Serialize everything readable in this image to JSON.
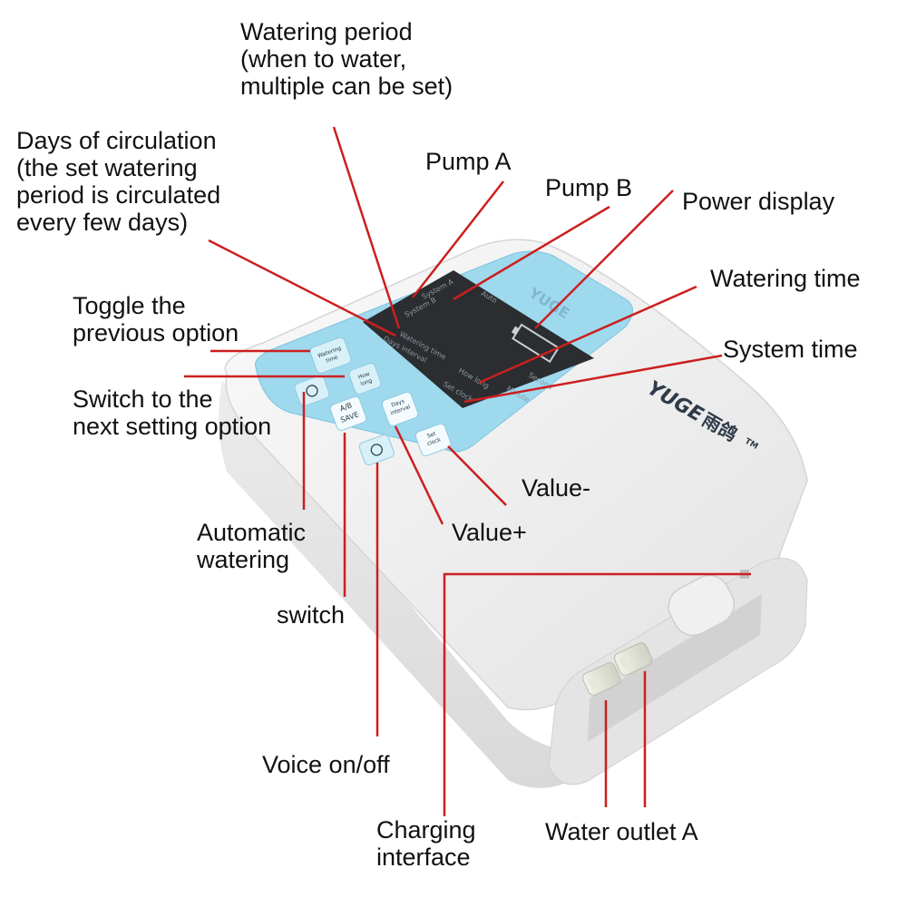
{
  "callouts": {
    "watering_period": "Watering period\n(when to water,\nmultiple can be set)",
    "days_of_circulation": "Days of circulation\n(the set watering\nperiod is circulated\nevery few days)",
    "pump_a": "Pump A",
    "pump_b": "Pump B",
    "power_display": "Power display",
    "toggle_previous": "Toggle the\nprevious option",
    "watering_time": "Watering time",
    "system_time": "System time",
    "switch_next": "Switch to the\nnext setting option",
    "value_minus": "Value-",
    "value_plus": "Value+",
    "automatic_watering": "Automatic\nwatering",
    "switch": "switch",
    "voice": "Voice on/off",
    "charging": "Charging\ninterface",
    "water_outlet_a": "Water outlet A"
  },
  "device": {
    "brand": "YUGE",
    "brand_cn": "雨鸽",
    "trademark": "TM",
    "screen_brand": "YUGE",
    "screen_labels": {
      "system_a": "System A",
      "system_b": "System B",
      "auto": "Auto",
      "watering_time": "Watering time",
      "days_interval": "Days interval",
      "how_long": "How long",
      "second": "Second",
      "set_clock": "Set clock",
      "minute": "Minute"
    },
    "buttons": {
      "watering_time": "Watering\ntime",
      "how_long": "How\nlong",
      "ab": "A/B",
      "save": "SAVE",
      "days_interval": "Days\ninterval",
      "set_clock": "Set\nclock"
    }
  },
  "colors": {
    "leader_line": "#cc1f1f",
    "panel": "#9ed9ee",
    "screen": "#2b2d31",
    "body": "#f3f3f3"
  }
}
